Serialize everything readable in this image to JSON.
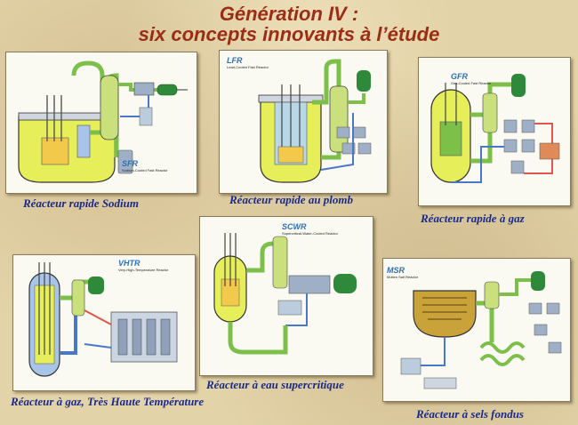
{
  "title": {
    "line1": "Génération IV :",
    "line2": "six concepts innovants à l’étude"
  },
  "reactors": [
    {
      "code": "SFR",
      "subtitle": "Sodium-Cooled Fast Reactor",
      "caption": "Réacteur rapide Sodium"
    },
    {
      "code": "LFR",
      "subtitle": "Lead-Cooled Fast Reactor",
      "caption": "Réacteur rapide au plomb"
    },
    {
      "code": "GFR",
      "subtitle": "Gas-Cooled Fast Reactor",
      "caption": "Réacteur rapide à gaz"
    },
    {
      "code": "VHTR",
      "subtitle": "Very-High-Temperature Reactor",
      "caption": "Réacteur à gaz, Très Haute Température"
    },
    {
      "code": "SCWR",
      "subtitle": "Supercritical-Water-Cooled Reactor",
      "caption": "Réacteur à eau supercritique"
    },
    {
      "code": "MSR",
      "subtitle": "Molten Salt Reactor",
      "caption": "Réacteur à sels fondus"
    }
  ],
  "colors": {
    "title": "#9b2d16",
    "caption": "#1a2a8a",
    "pipe": "#7cc04a",
    "vessel_fill": "#e6ee5a",
    "generator": "#2e8a3a",
    "hot_loop": "#e0564a",
    "cold_loop": "#4a78c8"
  }
}
